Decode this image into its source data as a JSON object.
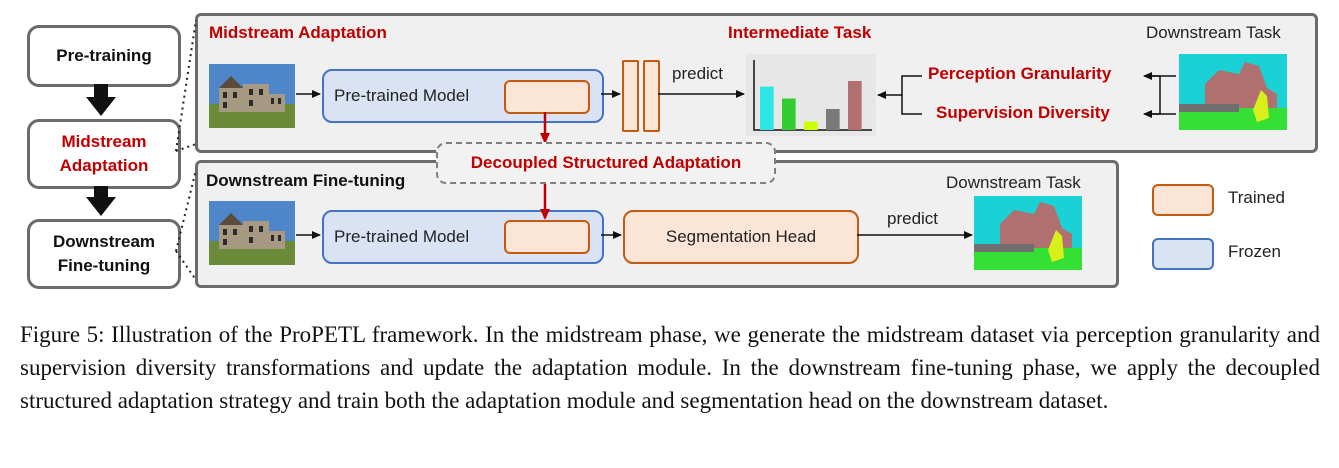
{
  "stages": {
    "pretraining": "Pre-training",
    "midstream_line1": "Midstream",
    "midstream_line2": "Adaptation",
    "downstream_line1": "Downstream",
    "downstream_line2": "Fine-tuning"
  },
  "midstream_panel": {
    "title": "Midstream Adaptation",
    "model_label": "Pre-trained Model",
    "predict": "predict",
    "intermediate_task": "Intermediate Task",
    "downstream_task": "Downstream Task",
    "perception": "Perception Granularity",
    "supervision": "Supervision Diversity"
  },
  "decoupled": "Decoupled Structured Adaptation",
  "downstream_panel": {
    "title": "Downstream Fine-tuning",
    "model_label": "Pre-trained Model",
    "seg_head": "Segmentation Head",
    "predict": "predict",
    "downstream_task": "Downstream Task"
  },
  "legend": {
    "trained": "Trained",
    "frozen": "Frozen",
    "trained_color": "#fbe5d6",
    "frozen_color": "#dae3f3"
  },
  "caption": "Figure 5: Illustration of the ProPETL framework. In the midstream phase, we generate the midstream dataset via perception granularity and supervision diversity transformations and update the adaptation module. In the downstream fine-tuning phase, we apply the decoupled structured adaptation strategy and train both the adaptation module and segmentation head on the downstream dataset.",
  "colors": {
    "accent_red": "#c00000",
    "trained_border": "#c55a11",
    "frozen_border": "#4472c4"
  },
  "mini_chart": {
    "values": [
      0.62,
      0.45,
      0.12,
      0.3,
      0.7
    ],
    "colors": [
      "#2ee6e6",
      "#33cc33",
      "#ccff00",
      "#7a7a7a",
      "#b07070"
    ]
  }
}
